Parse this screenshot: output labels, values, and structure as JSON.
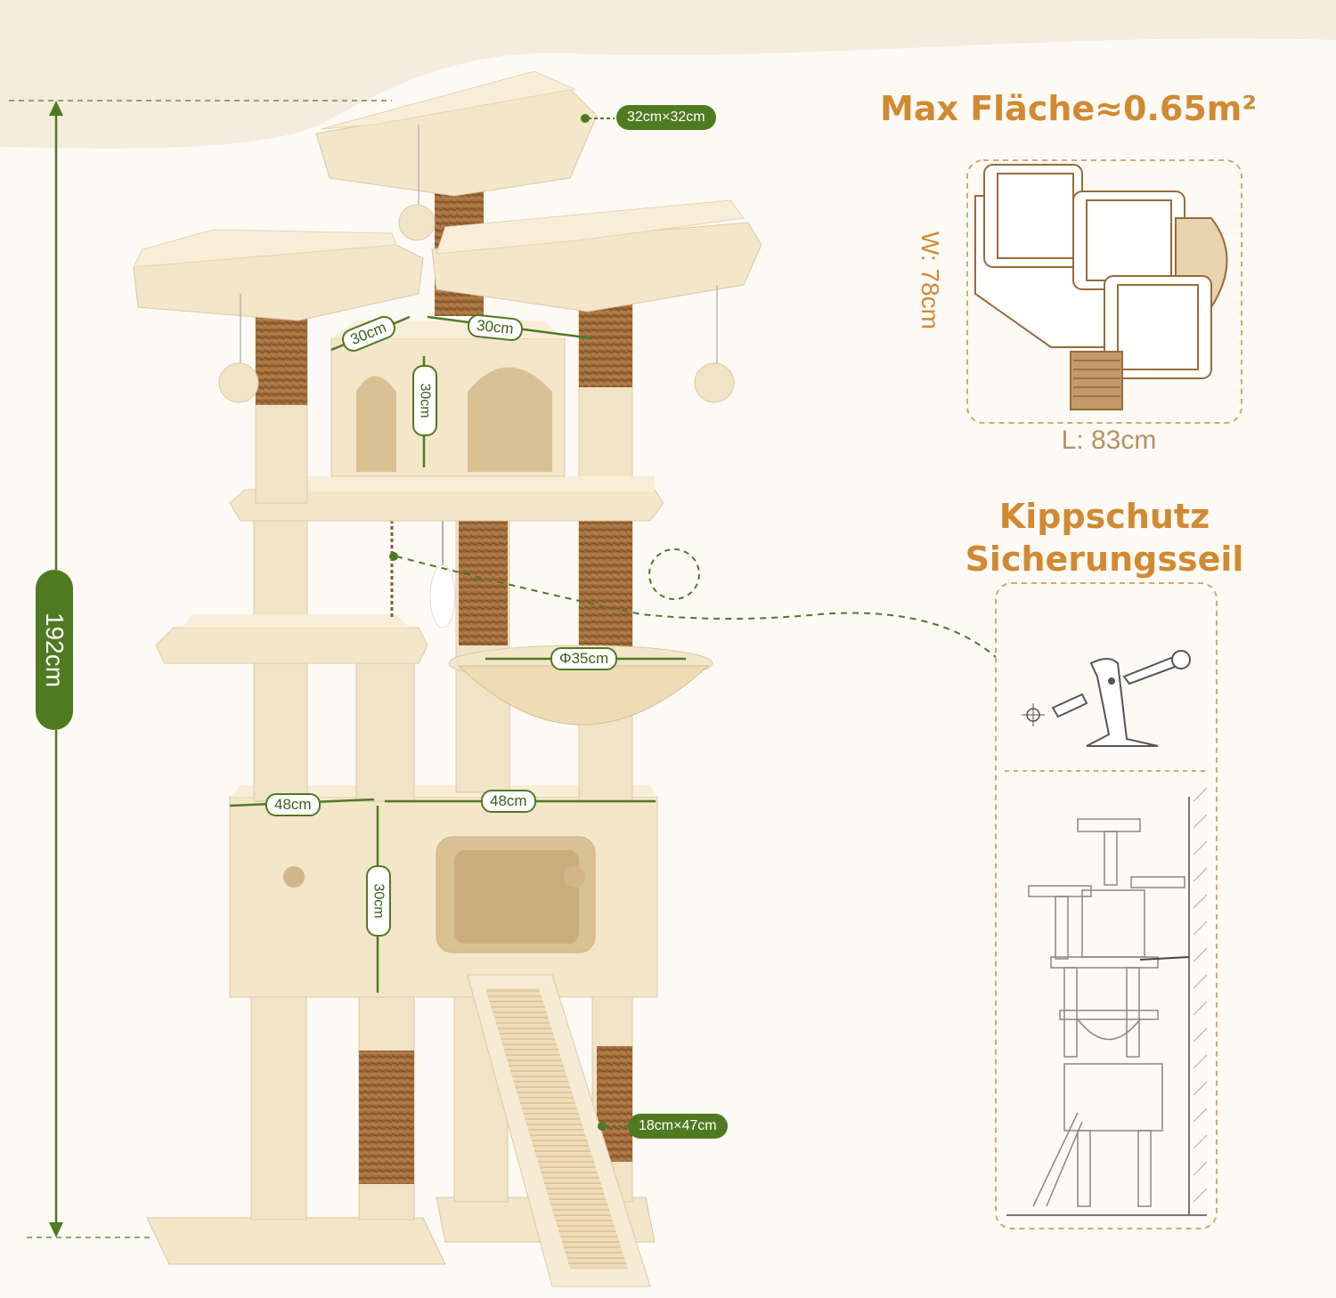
{
  "height_label": "192cm",
  "dimensions": {
    "top_platform": "32cm×32cm",
    "condo_width": "30cm",
    "condo_depth": "30cm",
    "condo_height": "30cm",
    "hammock": "Φ35cm",
    "base_width": "48cm",
    "base_depth": "48cm",
    "base_height": "30cm",
    "ramp": "18cm×47cm"
  },
  "area": {
    "title": "Max Fläche≈0.65m²",
    "width_label": "W: 78cm",
    "length_label": "L: 83cm"
  },
  "antitip": {
    "title_line1": "Kippschutz",
    "title_line2": "Sicherungsseil"
  },
  "colors": {
    "accent_green": "#4f7a22",
    "accent_orange": "#d18a32",
    "plush": "#f1e4c6",
    "sisal": "#9c6a3c"
  }
}
